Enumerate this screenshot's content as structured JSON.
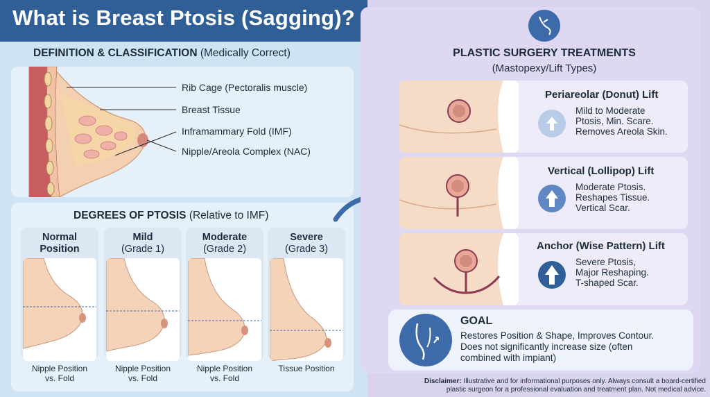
{
  "title": "What is Breast Ptosis (Sagging)?",
  "definition": {
    "heading_bold": "DEFINITION & CLASSIFICATION",
    "heading_rest": " (Medically Correct)",
    "labels": [
      "Rib Cage (Pectoralis muscle)",
      "Breast Tissue",
      "Inframammary Fold (IMF)",
      "Nipple/Areola Complex (NAC)"
    ]
  },
  "degrees": {
    "heading_bold": "DEGREES OF PTOSIS",
    "heading_rest": " (Relative to IMF)",
    "columns": [
      {
        "line1": "Normal",
        "line2": "Position",
        "foot1": "Nipple Position",
        "foot2": "vs. Fold"
      },
      {
        "line1": "Mild",
        "line2": "(Grade 1)",
        "foot1": "Nipple Position",
        "foot2": "vs. Fold"
      },
      {
        "line1": "Moderate",
        "line2": "(Grade 2)",
        "foot1": "Nipple Position",
        "foot2": "vs. Fold"
      },
      {
        "line1": "Severe",
        "line2": "(Grade 3)",
        "foot1": "Tissue Position",
        "foot2": ""
      }
    ]
  },
  "treatments": {
    "heading": "PLASTIC SURGERY TREATMENTS",
    "subheading": "(Mastopexy/Lift Types)",
    "items": [
      {
        "title": "Periareolar (Donut) Lift",
        "lines": [
          "Mild to Moderate",
          "Ptosis, Min. Scare.",
          "Removes Areola Skin."
        ]
      },
      {
        "title": "Vertical (Lollipop) Lift",
        "lines": [
          "Moderate Ptosis.",
          "Reshapes Tissue.",
          "Vertical Scar."
        ]
      },
      {
        "title": "Anchor (Wise Pattern) Lift",
        "lines": [
          "Severe Ptosis,",
          "Major Reshaping.",
          "T-shaped Scar."
        ]
      }
    ]
  },
  "goal": {
    "title": "GOAL",
    "lines": [
      "Restores Position & Shape, Improves Contour.",
      "Does not significantly increase size (often",
      "combined with impiant)"
    ]
  },
  "disclaimer": {
    "bold": "Disclaimer:",
    "line1": " Illustrative and for informational purposes only. Always consult a board-certified",
    "line2": "plastic surgeon for a professional evaluation and treatment plan. Not medical advice."
  },
  "colors": {
    "header_bg": "#2f5f96",
    "accent": "#3d6aa8",
    "skin": "#f5d3b8",
    "tissue_line": "#8c3a52"
  }
}
